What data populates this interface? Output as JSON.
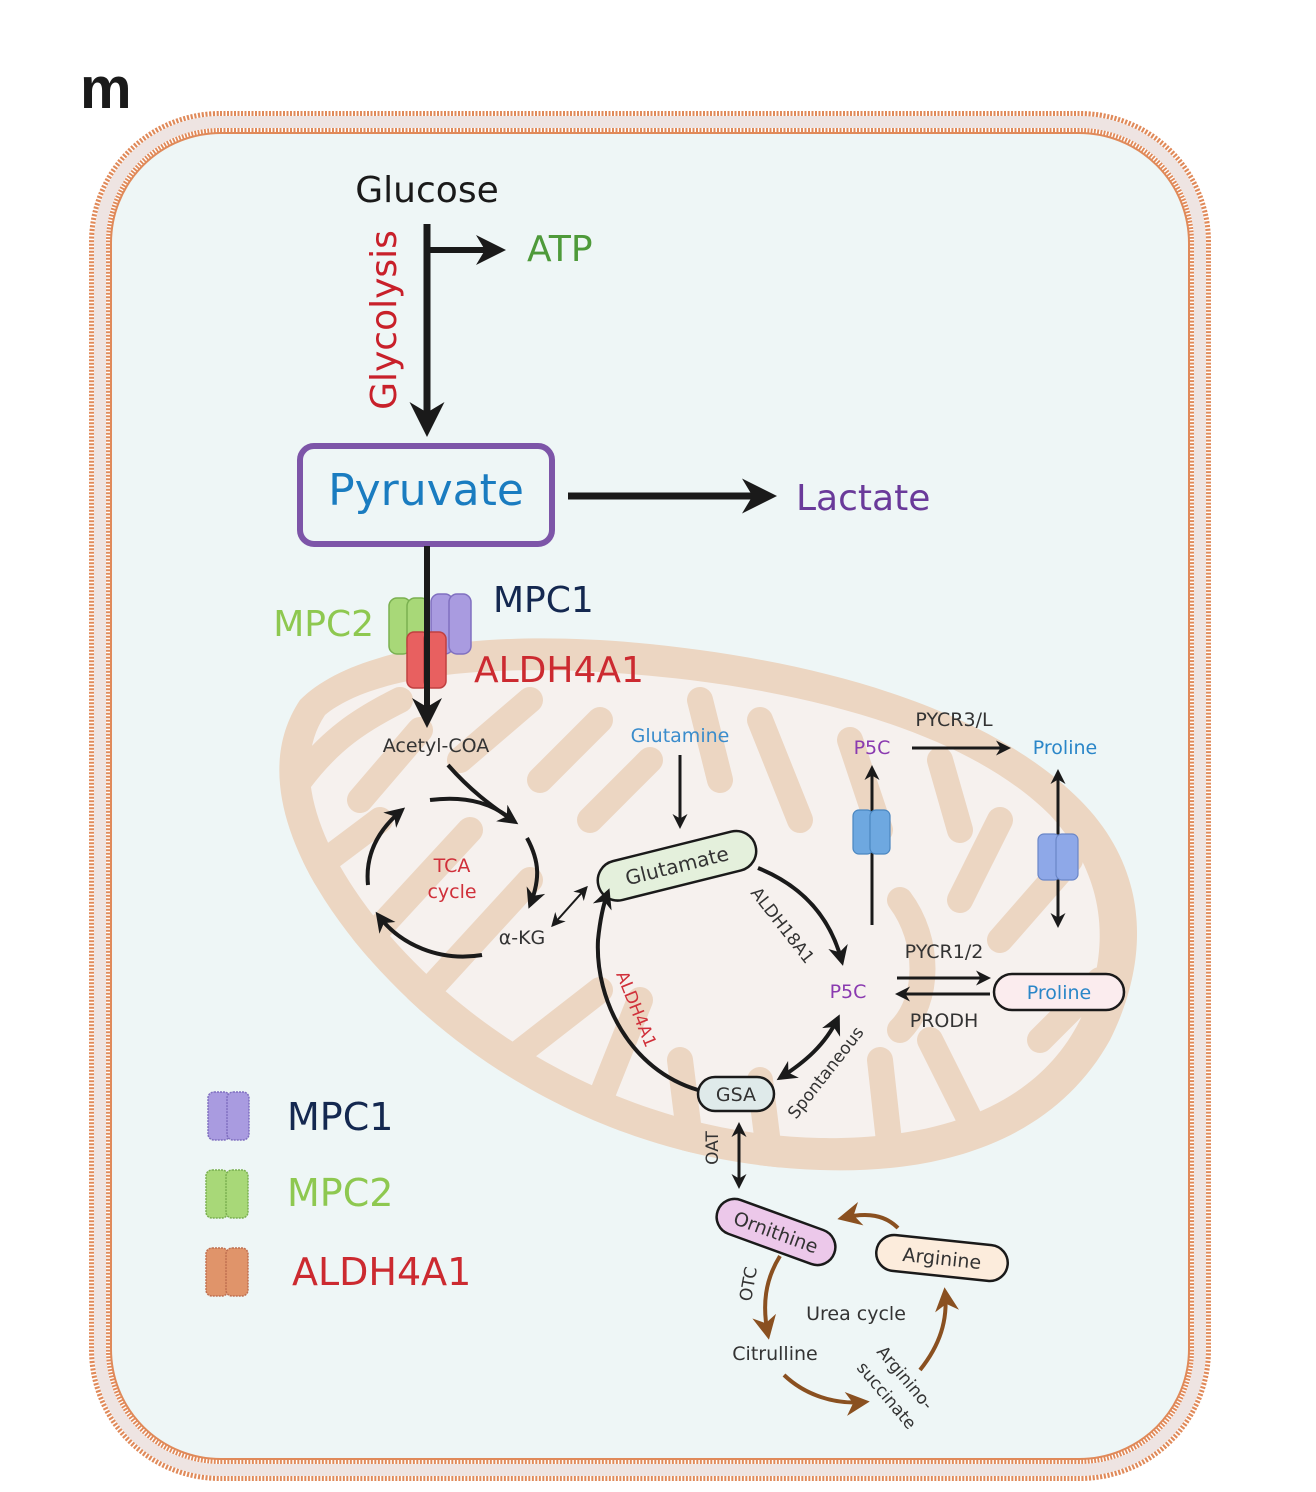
{
  "figure": {
    "panel_letter": "m",
    "colors": {
      "cytoplasm_fill": "#eef6f6",
      "membrane": "#e08a5a",
      "mito_outer": "#ecd6c2",
      "mito_inner": "#f6f1ee",
      "arrow": "#1a1a1a",
      "urea_arrow": "#8a5020",
      "glycolysis_red": "#c8202a",
      "atp_green": "#4e9a3a",
      "pyruvate_blue": "#1a7cc0",
      "pyruvate_box": "#7d55a8",
      "lactate_purple": "#6a3a9a",
      "mpc1_navy": "#142850",
      "mpc1_fill": "#a99be0",
      "mpc2_green": "#8ec850",
      "mpc2_fill": "#a8d878",
      "aldh4a1_red": "#cc2a30",
      "aldh4a1_fill": "#e86060",
      "aldh4a1_legend_fill": "#e0946a",
      "glutamine_blue": "#3a8ccc",
      "p5c_purple": "#8a3ab0",
      "proline_blue": "#2a86c8",
      "transporter_blue": "#6ea8e0",
      "transporter_periwinkle": "#8ea8e8",
      "glutamate_fill": "#e4f0dc",
      "gsa_fill": "#dfeaea",
      "proline_fill": "#fbecee",
      "ornithine_fill": "#ecc8ea",
      "arginine_fill": "#fcecdc"
    },
    "cytoplasm": {
      "glucose": "Glucose",
      "glycolysis": "Glycolysis",
      "atp": "ATP",
      "pyruvate": "Pyruvate",
      "lactate": "Lactate",
      "mpc1_label": "MPC1",
      "mpc2_label": "MPC2",
      "aldh4a1_label": "ALDH4A1",
      "p5c_cyto": "P5C",
      "pycr3l": "PYCR3/L",
      "proline_cyto": "Proline"
    },
    "mitochondrion": {
      "acetyl_coa": "Acetyl-COA",
      "tca_line1": "TCA",
      "tca_line2": "cycle",
      "akg": "α-KG",
      "glutamine": "Glutamine",
      "glutamate": "Glutamate",
      "aldh18a1": "ALDH18A1",
      "aldh4a1_enzyme": "ALDH4A1",
      "p5c_mito": "P5C",
      "pycr12": "PYCR1/2",
      "prodh": "PRODH",
      "proline_mito": "Proline",
      "spontaneous": "Spontaneous",
      "gsa": "GSA"
    },
    "urea_cycle": {
      "oat": "OAT",
      "ornithine": "Ornithine",
      "otc": "OTC",
      "citrulline": "Citrulline",
      "title": "Urea cycle",
      "argininosuccinate_line1": "Arginino-",
      "argininosuccinate_line2": "succinate",
      "arginine": "Arginine"
    },
    "legend": {
      "items": [
        {
          "label": "MPC1",
          "icon": "mpc1-transporter-icon"
        },
        {
          "label": "MPC2",
          "icon": "mpc2-transporter-icon"
        },
        {
          "label": "ALDH4A1",
          "icon": "aldh4a1-transporter-icon"
        }
      ]
    }
  }
}
